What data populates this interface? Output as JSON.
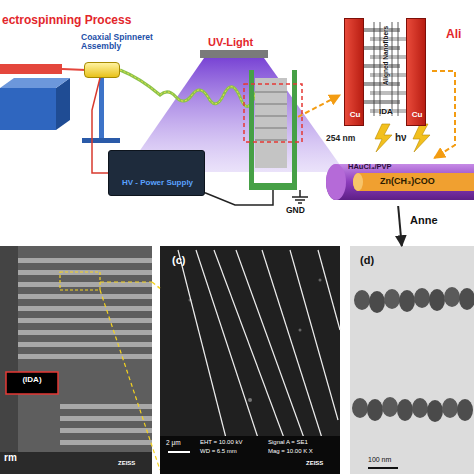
{
  "diagram": {
    "title": "ectrospinning Process",
    "nodes": [
      {
        "text": [
          "Coaxial Spinneret Assembly"
        ]
      },
      {
        "text": [
          "HV - Power Supply"
        ]
      },
      {
        "text": [
          "GND"
        ]
      },
      {
        "text": [
          "Aligned Nanofibers",
          "IDA"
        ]
      },
      {
        "text": [
          "Cu"
        ],
        "in": 3
      },
      {
        "text": [
          "Cu"
        ],
        "in": 3
      },
      {
        "text": [
          "HAuCl₄/PVP",
          "Zn(CH₃)COO"
        ]
      },
      {
        "text": [
          "(IDA)",
          "rm"
        ]
      },
      {
        "text": [
          "(c)",
          "2 μm",
          "EHT = 10.00 kV",
          "WD = 6.5 mm",
          "Signal A = SE1",
          "Mag = 10.00 K X"
        ]
      },
      {
        "text": [
          "(d)",
          "100 nm"
        ]
      }
    ],
    "edges": [
      {
        "from": 1,
        "to": 0,
        "arrow": "none"
      },
      {
        "from": 1,
        "to": 2,
        "arrow": "none"
      },
      {
        "from": 2,
        "to": 3,
        "arrow": "to"
      },
      {
        "from": 3,
        "to": 6,
        "arrow": "to"
      },
      {
        "from": 6,
        "to": 9,
        "arrow": "to"
      },
      {
        "from": 7,
        "to": 8,
        "arrow": "none"
      }
    ],
    "labels": [
      "UV-Light",
      "254 nm",
      "hν",
      "Anne",
      "Ali",
      "ZEISS",
      "ZEISS"
    ]
  }
}
